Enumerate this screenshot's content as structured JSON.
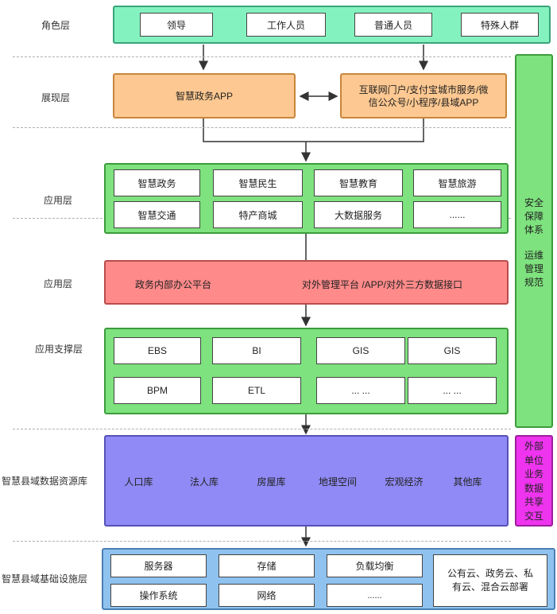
{
  "layers": {
    "role": "角色层",
    "presentation": "展现层",
    "application1": "应用层",
    "application2": "应用层",
    "support": "应用支撑层",
    "data": "智慧县域数据资源库",
    "infrastructure": "智慧县域基础设施层"
  },
  "roles": [
    "领导",
    "工作人员",
    "普通人员",
    "特殊人群"
  ],
  "presentation": {
    "app": "智慧政务APP",
    "portal_line1": "互联网门户/支付宝城市服务/微",
    "portal_line2": "信公众号/小程序/县域APP"
  },
  "apps": [
    "智慧政务",
    "智慧民生",
    "智慧教育",
    "智慧旅游",
    "智慧交通",
    "特产商城",
    "大数据服务",
    "......"
  ],
  "platform": {
    "left": "政务内部办公平台",
    "right": "对外管理平台 /APP/对外三方数据接口"
  },
  "support": [
    "EBS",
    "BI",
    "GIS",
    "GIS",
    "BPM",
    "ETL",
    "... ...",
    "... ..."
  ],
  "databases": [
    "人口库",
    "法人库",
    "房屋库",
    "地理空间",
    "宏观经济",
    "其他库"
  ],
  "infrastructure": {
    "items": [
      "服务器",
      "存储",
      "负载均衡",
      "操作系统",
      "网络",
      "......"
    ],
    "cloud_line1": "公有云、政务云、私",
    "cloud_line2": "有云、混合云部署"
  },
  "side_security": {
    "lines": [
      "安全",
      "保障",
      "体系"
    ],
    "lines2": [
      "运维",
      "管理",
      "规范"
    ]
  },
  "side_exchange": {
    "lines": [
      "外部",
      "单位",
      "业务",
      "数据",
      "共享",
      "交互"
    ]
  }
}
